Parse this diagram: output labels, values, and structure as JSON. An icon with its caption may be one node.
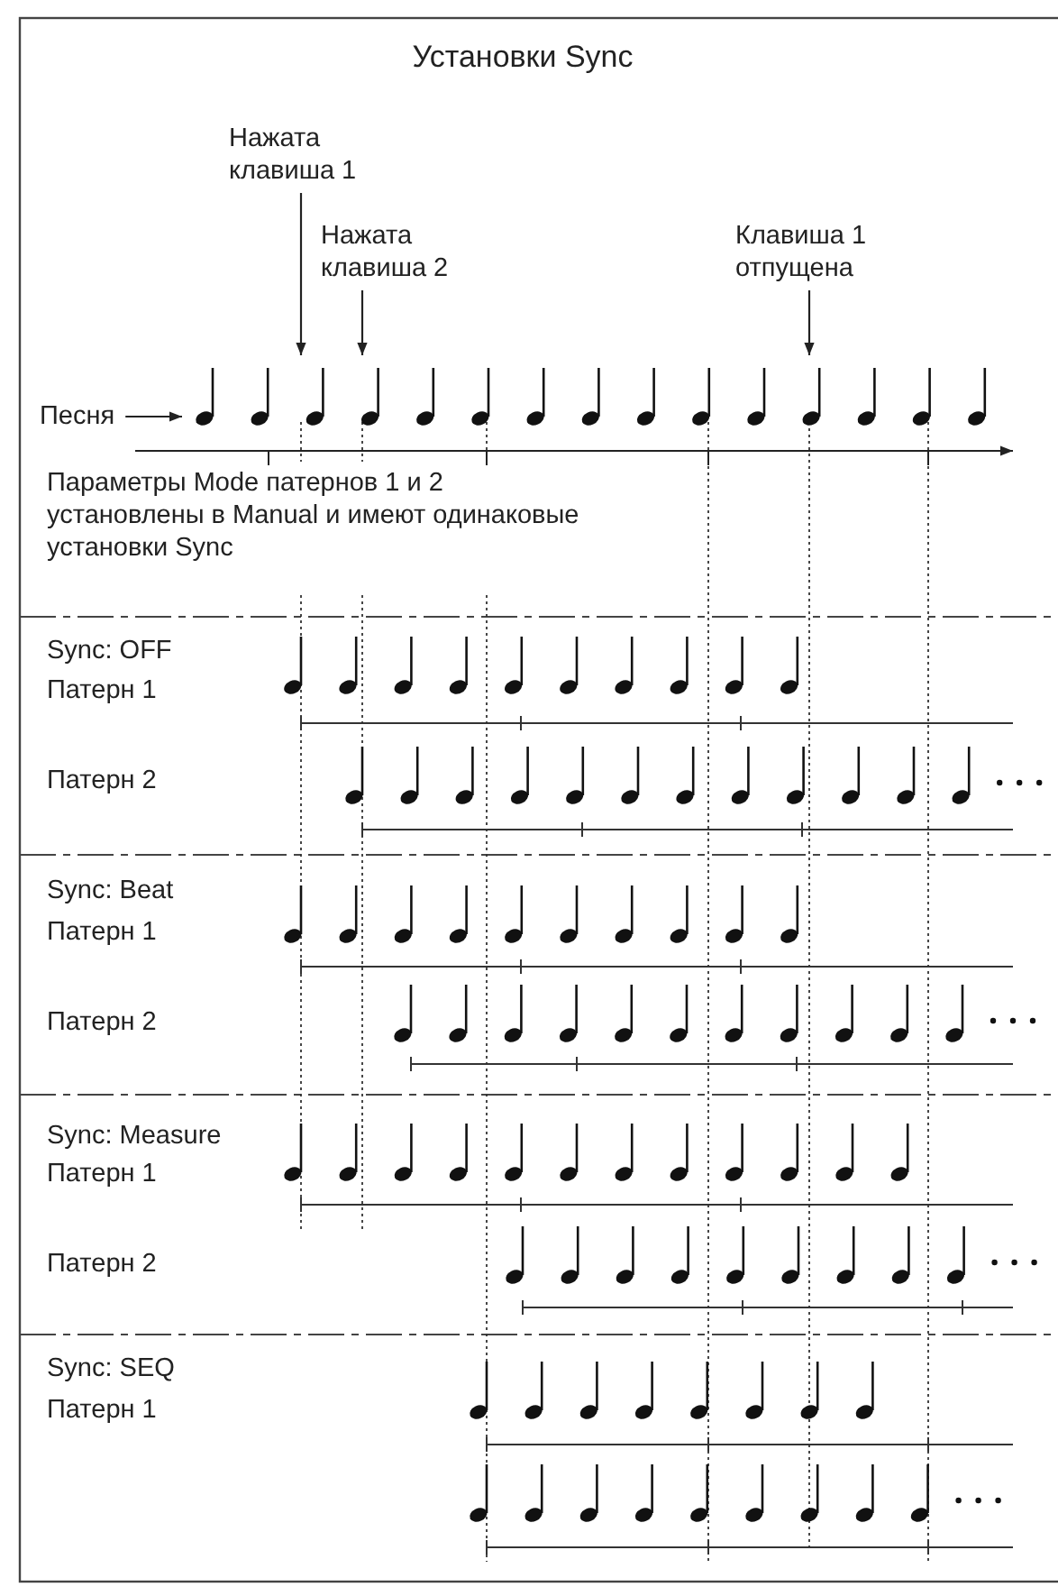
{
  "diagram": {
    "title": "Установки Sync",
    "nodes": [
      {
        "text": [
          "Нажата клавиша 1"
        ]
      },
      {
        "text": [
          "Нажата клавиша 2"
        ]
      },
      {
        "text": [
          "Клавиша 1 отпущена"
        ]
      },
      {
        "text": [
          "Песня"
        ]
      }
    ],
    "edges": [
      {
        "from": 0,
        "to": null,
        "arrow": "to"
      },
      {
        "from": 1,
        "to": null,
        "arrow": "to"
      },
      {
        "from": 2,
        "to": null,
        "arrow": "to"
      },
      {
        "from": 3,
        "to": null,
        "arrow": "to"
      }
    ],
    "labels": [
      "Параметры Mode патернов 1 и 2 установлены в Manual и имеют одинаковые установки Sync",
      "Sync: OFF",
      "Патерн 1",
      "Патерн 2",
      "Sync: Beat",
      "Патерн 1",
      "Патерн 2",
      "Sync: Measure",
      "Патерн 1",
      "Патерн 2",
      "Sync: SEQ",
      "Патерн 1"
    ]
  }
}
